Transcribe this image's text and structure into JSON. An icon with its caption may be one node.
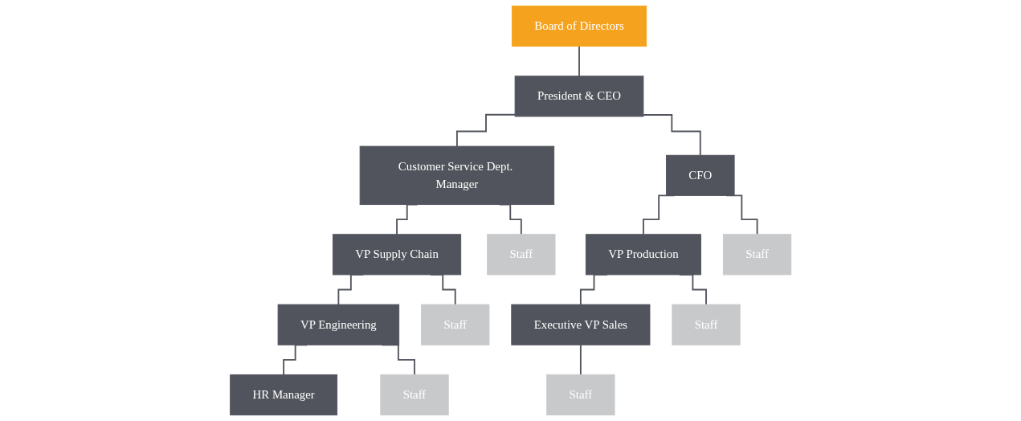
{
  "diagram": {
    "nodes": [
      {
        "text": [
          "Board of Directors"
        ]
      },
      {
        "text": [
          "President & CEO"
        ]
      },
      {
        "text": [
          "Customer Service Dept. Manager"
        ]
      },
      {
        "text": [
          "VP Supply Chain"
        ]
      },
      {
        "text": [
          "VP Engineering"
        ]
      },
      {
        "text": [
          "HR Manager"
        ]
      },
      {
        "text": [
          "Staff"
        ]
      },
      {
        "text": [
          "Staff"
        ]
      },
      {
        "text": [
          "Staff"
        ]
      },
      {
        "text": [
          "CFO"
        ]
      },
      {
        "text": [
          "VP Production"
        ]
      },
      {
        "text": [
          "Executive VP Sales"
        ]
      },
      {
        "text": [
          "Staff"
        ]
      },
      {
        "text": [
          "Staff"
        ]
      },
      {
        "text": [
          "Staff"
        ]
      }
    ],
    "edges": [
      {
        "from": 0,
        "to": 1,
        "arrow": "none"
      },
      {
        "from": 1,
        "to": 2,
        "arrow": "none"
      },
      {
        "from": 2,
        "to": 3,
        "arrow": "none"
      },
      {
        "from": 3,
        "to": 4,
        "arrow": "none"
      },
      {
        "from": 4,
        "to": 5,
        "arrow": "none"
      },
      {
        "from": 2,
        "to": 6,
        "arrow": "none"
      },
      {
        "from": 3,
        "to": 7,
        "arrow": "none"
      },
      {
        "from": 4,
        "to": 8,
        "arrow": "none"
      },
      {
        "from": 1,
        "to": 9,
        "arrow": "none"
      },
      {
        "from": 9,
        "to": 10,
        "arrow": "none"
      },
      {
        "from": 10,
        "to": 11,
        "arrow": "none"
      },
      {
        "from": 9,
        "to": 12,
        "arrow": "none"
      },
      {
        "from": 10,
        "to": 13,
        "arrow": "none"
      },
      {
        "from": 11,
        "to": 14,
        "arrow": "none"
      }
    ]
  }
}
